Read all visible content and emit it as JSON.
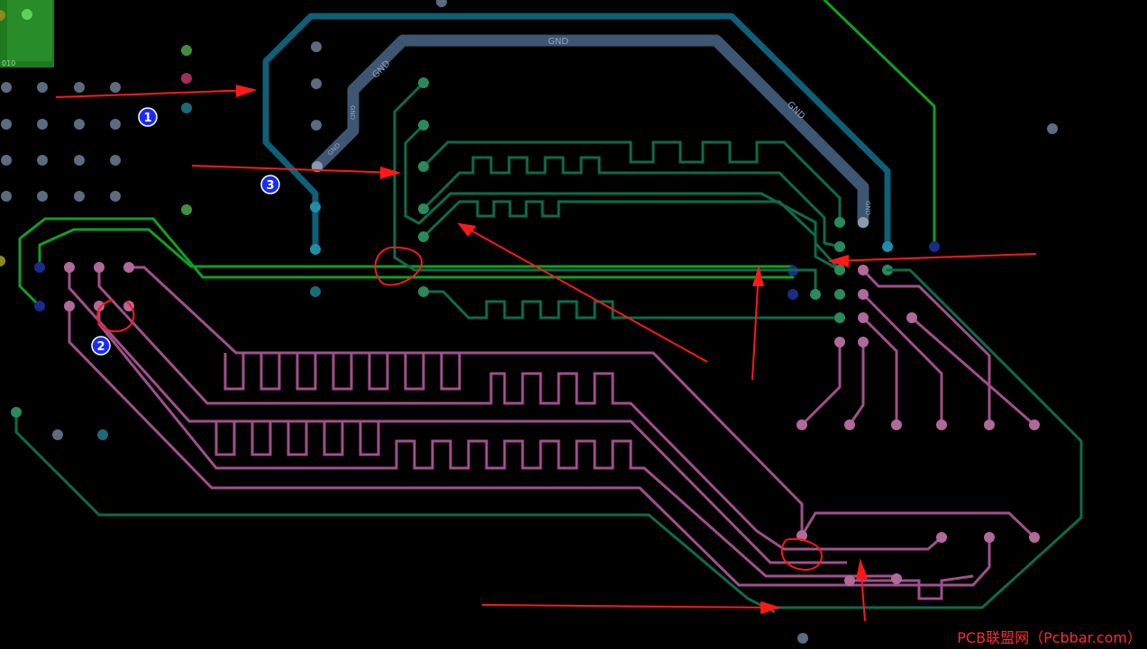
{
  "colors": {
    "background": "#000000",
    "green_trace": "#10a020",
    "teal_trace": "#0d6b4a",
    "blue_trace": "#0e5f78",
    "gnd_plane": "#3e5672",
    "pink_trace": "#a0508a",
    "via_gray": "#5c6b80",
    "annotation_red": "#ff1818",
    "marker_blue": "#1a2bff"
  },
  "nets": {
    "gnd_labels": [
      "GND",
      "GND",
      "GND",
      "GND",
      "GND",
      "GND"
    ]
  },
  "component": {
    "label": "010"
  },
  "markers": [
    {
      "id": "marker-1",
      "label": "1"
    },
    {
      "id": "marker-2",
      "label": "2"
    },
    {
      "id": "marker-3",
      "label": "3"
    }
  ],
  "watermark": {
    "text": "PCB联盟网（Pcbbar.com）"
  }
}
